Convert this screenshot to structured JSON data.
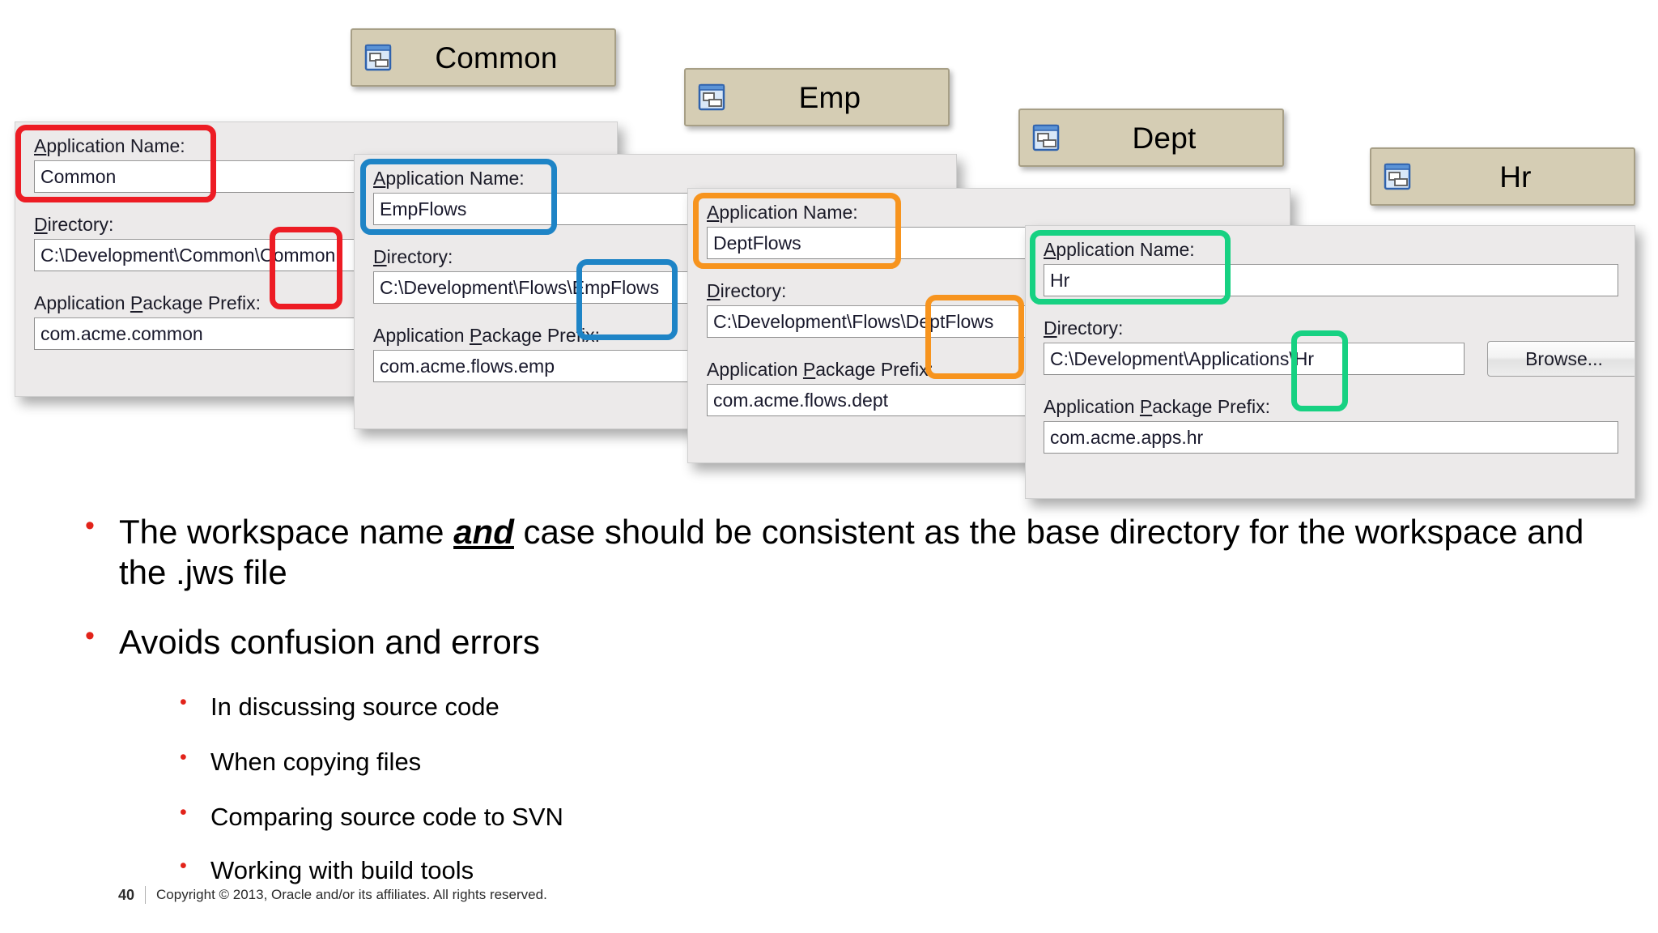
{
  "slide": {
    "page_number": "40",
    "copyright": "Copyright © 2013, Oracle and/or its affiliates. All rights reserved."
  },
  "colors": {
    "ring_red": "#ed1c24",
    "ring_blue": "#1e84c6",
    "ring_orange": "#f7941e",
    "ring_green": "#17d182",
    "bullet_red": "#e2231a",
    "tab_fill": "#d5cdb4",
    "tab_border": "#a79f86",
    "dialog_bg": "#eceaea"
  },
  "workspace_tabs": [
    {
      "label": "Common",
      "icon": "application-window-icon"
    },
    {
      "label": "Emp",
      "icon": "application-window-icon"
    },
    {
      "label": "Dept",
      "icon": "application-window-icon"
    },
    {
      "label": "Hr",
      "icon": "application-window-icon"
    }
  ],
  "field_labels": {
    "application_name": "Application Name:",
    "directory": "Directory:",
    "package_prefix": "Application Package Prefix:"
  },
  "dialogs": [
    {
      "id": "common",
      "application_name": "Common",
      "directory": "C:\\Development\\Common\\Common",
      "package_prefix": "com.acme.common",
      "ring_color": "#ed1c24"
    },
    {
      "id": "emp",
      "application_name": "EmpFlows",
      "directory": "C:\\Development\\Flows\\EmpFlows",
      "package_prefix": "com.acme.flows.emp",
      "ring_color": "#1e84c6"
    },
    {
      "id": "dept",
      "application_name": "DeptFlows",
      "directory": "C:\\Development\\Flows\\DeptFlows",
      "package_prefix": "com.acme.flows.dept",
      "ring_color": "#f7941e"
    },
    {
      "id": "hr",
      "application_name": "Hr",
      "directory": "C:\\Development\\Applications\\Hr",
      "package_prefix": "com.acme.apps.hr",
      "browse_label": "Browse...",
      "ring_color": "#17d182"
    }
  ],
  "bullets": {
    "b1_pre": "The workspace name ",
    "b1_em": "and",
    "b1_post": " case should be consistent as the base directory for the workspace and the .jws file",
    "b2": "Avoids confusion and errors",
    "sub": [
      "In discussing source code",
      "When copying files",
      "Comparing source code to SVN",
      "Working with build tools"
    ]
  },
  "bullet_glyph": "•"
}
